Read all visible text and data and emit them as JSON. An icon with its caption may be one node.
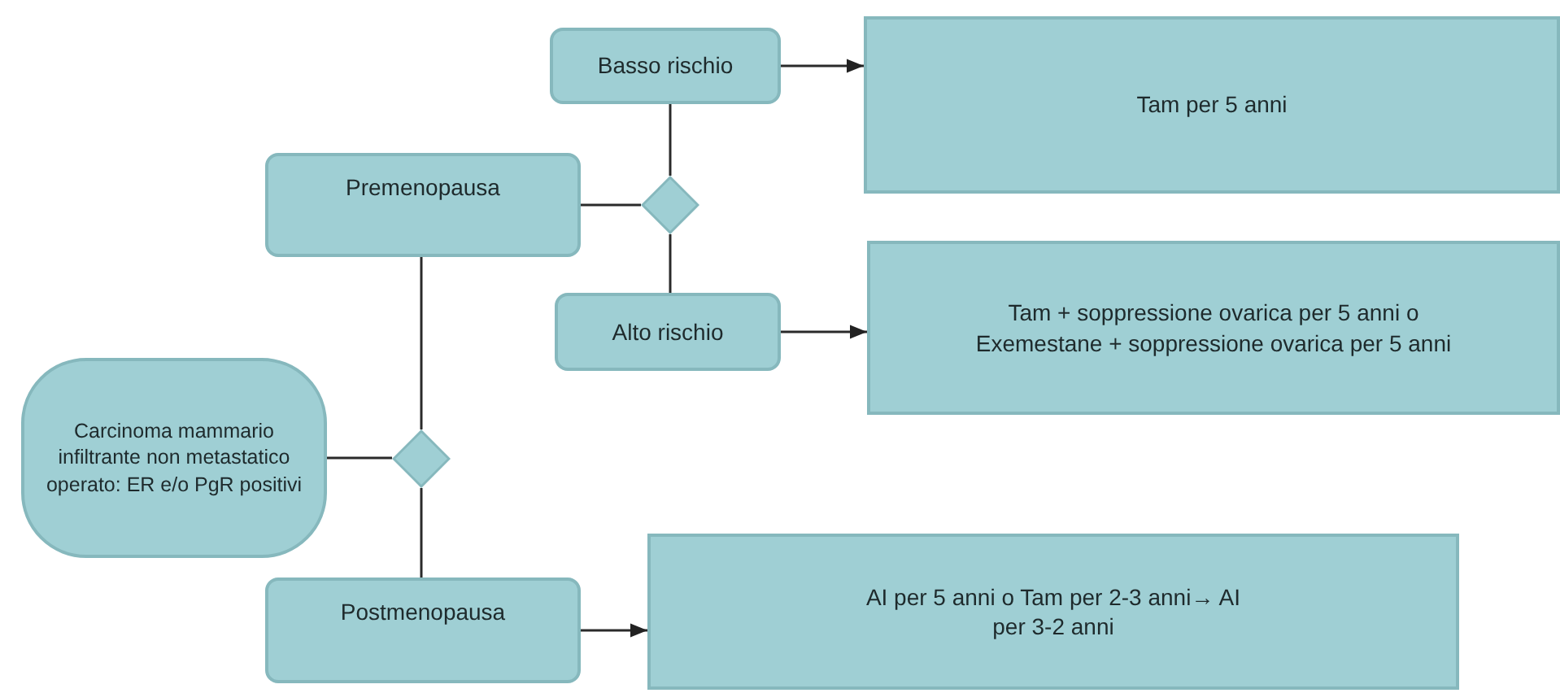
{
  "diagram": {
    "nodes": [
      {
        "text": [
          "Carcinoma mammario infiltrante non metastatico operato: ER e/o PgR positivi"
        ]
      },
      {
        "text": [],
        "shape": "diamond"
      },
      {
        "text": [
          "Premenopausa"
        ]
      },
      {
        "text": [
          "Postmenopausa"
        ]
      },
      {
        "text": [],
        "shape": "diamond"
      },
      {
        "text": [
          "Basso rischio"
        ]
      },
      {
        "text": [
          "Alto rischio"
        ]
      },
      {
        "text": [
          "Tam per 5 anni"
        ]
      },
      {
        "text": [
          "Tam + soppressione ovarica per 5 anni o Exemestane + soppressione ovarica per 5 anni"
        ]
      },
      {
        "text": [
          "AI per 5 anni o Tam per 2-3 anni→ AI per 3-2 anni"
        ]
      }
    ],
    "edges": [
      {
        "from": 0,
        "to": 1,
        "arrow": "none"
      },
      {
        "from": 1,
        "to": 2,
        "arrow": "none"
      },
      {
        "from": 1,
        "to": 3,
        "arrow": "none"
      },
      {
        "from": 2,
        "to": 4,
        "arrow": "none"
      },
      {
        "from": 4,
        "to": 5,
        "arrow": "none"
      },
      {
        "from": 4,
        "to": 6,
        "arrow": "none"
      },
      {
        "from": 5,
        "to": 7,
        "arrow": "to"
      },
      {
        "from": 6,
        "to": 8,
        "arrow": "to"
      },
      {
        "from": 3,
        "to": 9,
        "arrow": "to"
      }
    ]
  }
}
